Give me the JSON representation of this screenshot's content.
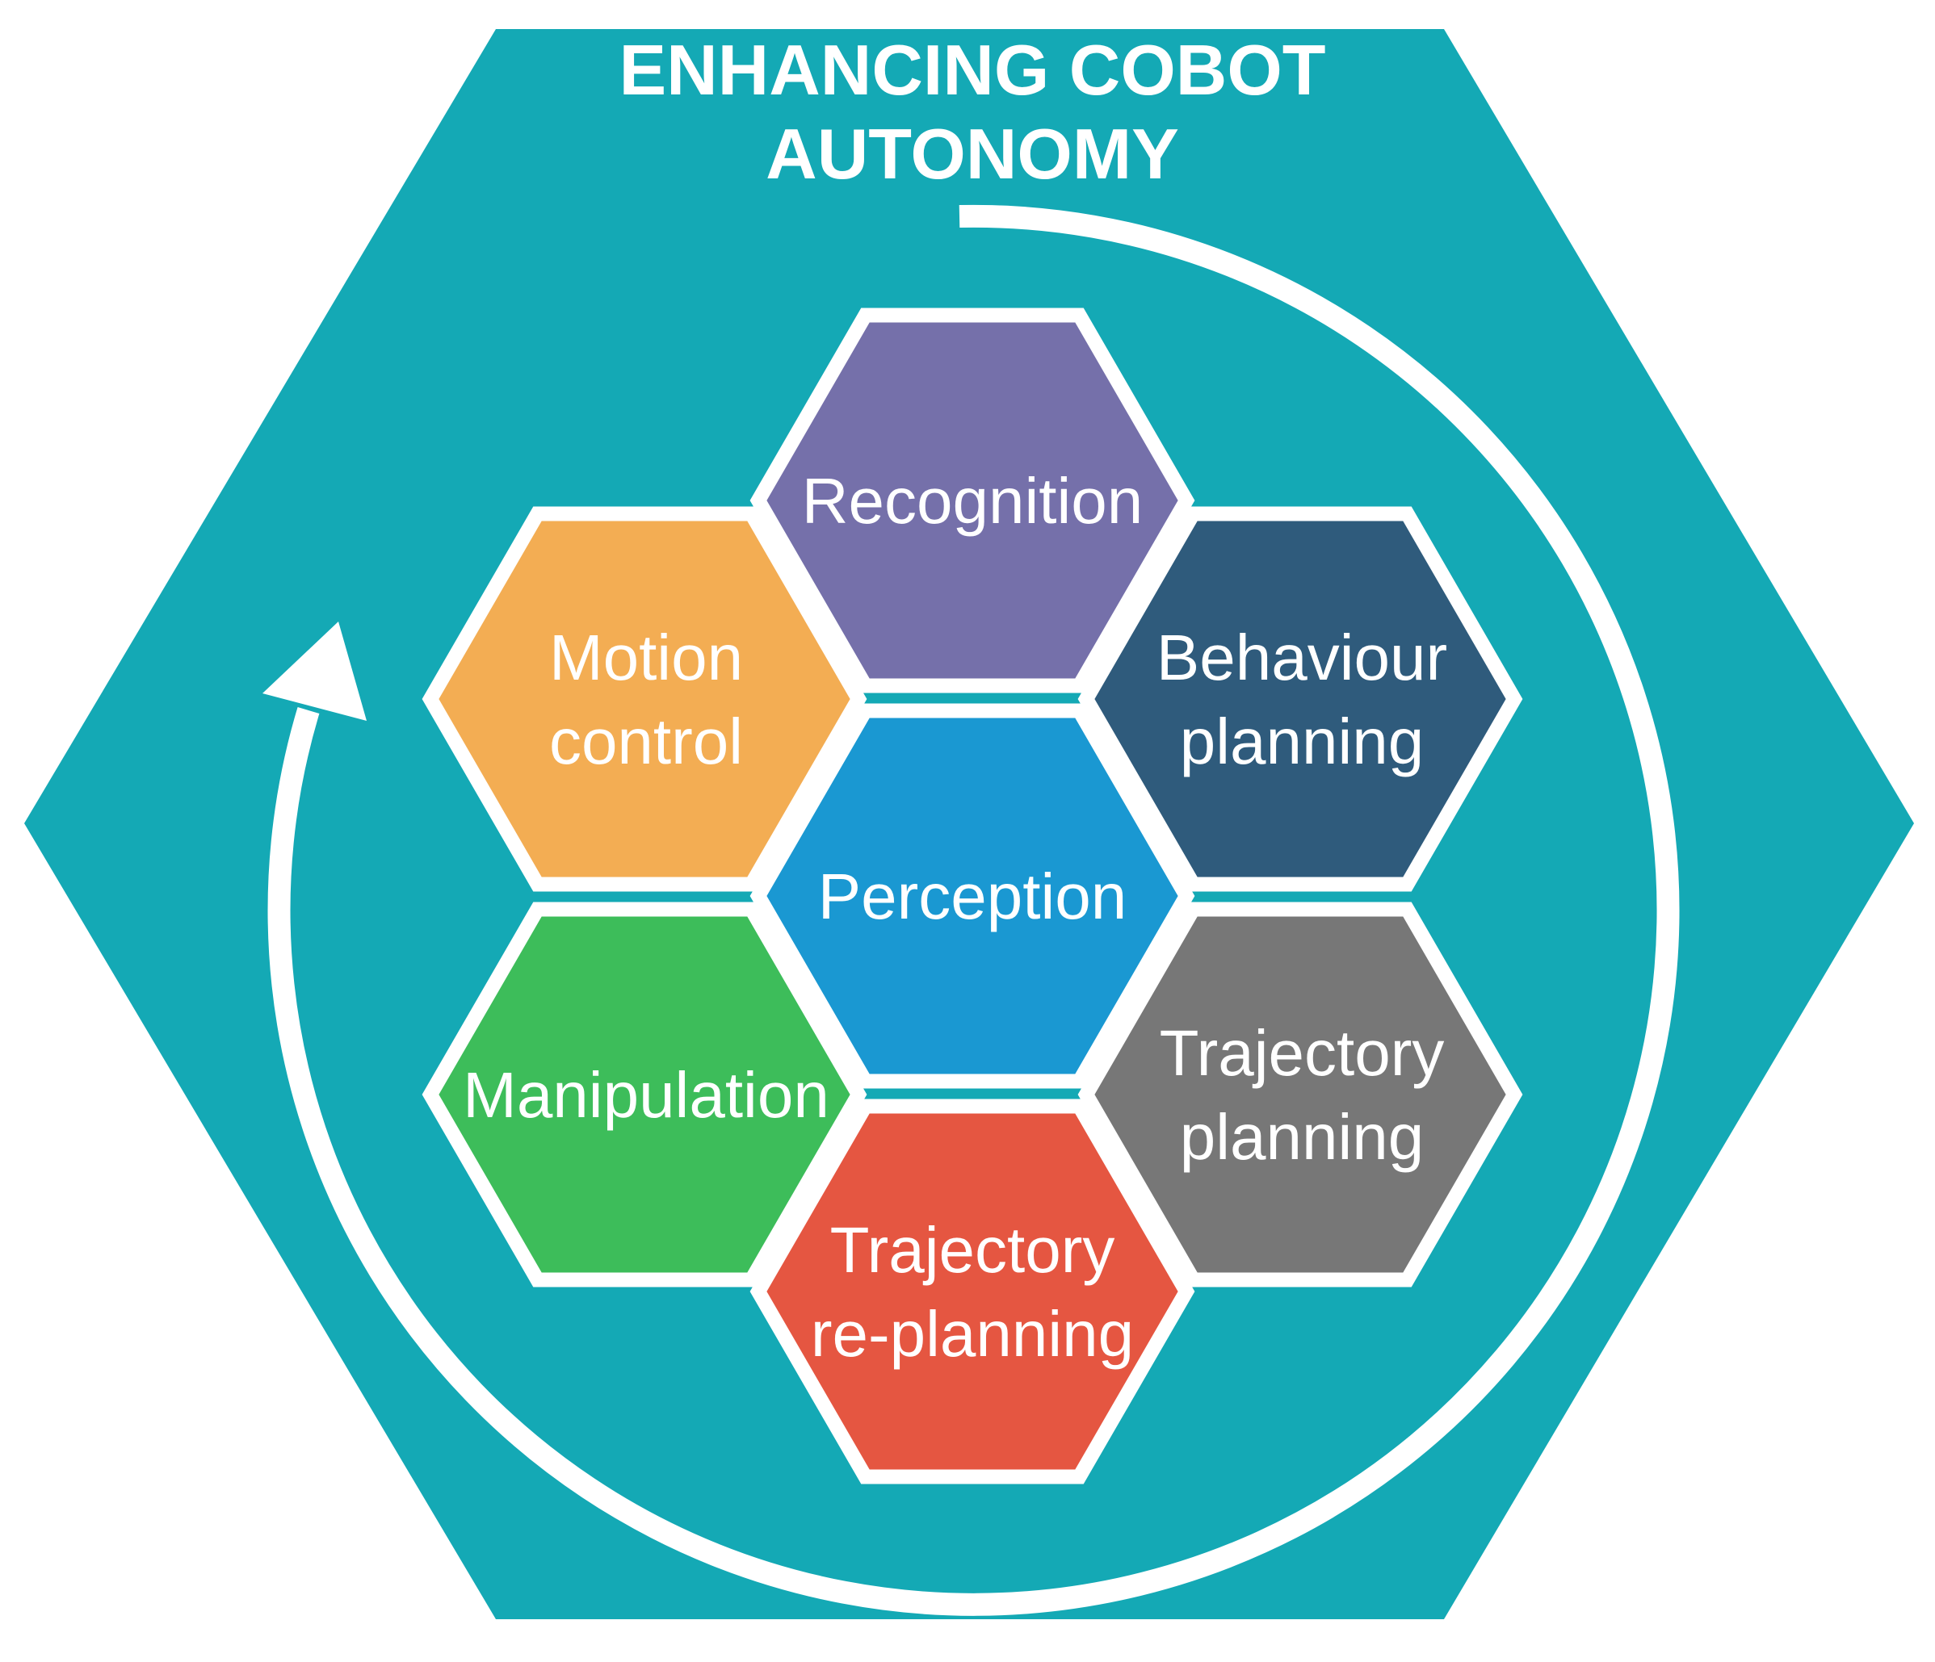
{
  "title": {
    "line1": "ENHANCING COBOT",
    "line2": "AUTONOMY"
  },
  "colors": {
    "outer_hexagon": "#14a9b5",
    "ring_and_borders": "#ffffff",
    "text": "#ffffff"
  },
  "cells": [
    {
      "key": "recognition",
      "label_lines": [
        "Recognition"
      ],
      "color": "#7570aa"
    },
    {
      "key": "motion-control",
      "label_lines": [
        "Motion",
        "control"
      ],
      "color": "#f3ad53"
    },
    {
      "key": "behaviour-planning",
      "label_lines": [
        "Behaviour",
        "planning"
      ],
      "color": "#2f5b7c"
    },
    {
      "key": "perception",
      "label_lines": [
        "Perception"
      ],
      "color": "#1a98d2"
    },
    {
      "key": "manipulation",
      "label_lines": [
        "Manipulation"
      ],
      "color": "#3dbd5a"
    },
    {
      "key": "trajectory-planning",
      "label_lines": [
        "Trajectory",
        "planning"
      ],
      "color": "#777777"
    },
    {
      "key": "trajectory-replanning",
      "label_lines": [
        "Trajectory",
        "re-planning"
      ],
      "color": "#e55641"
    }
  ],
  "cycle_arrow": {
    "direction": "clockwise",
    "icon": "circular-arrow-icon"
  }
}
